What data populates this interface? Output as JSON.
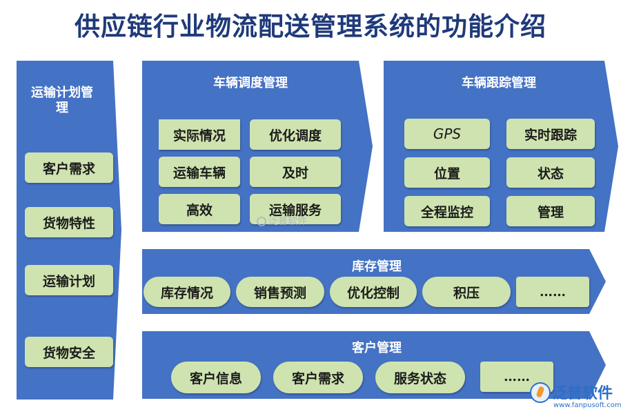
{
  "title": "供应链行业物流配送管理系统的功能介绍",
  "transport_plan": {
    "title": "运输计划管理",
    "items": [
      "客户需求",
      "货物特性",
      "运输计划",
      "货物安全"
    ]
  },
  "vehicle_dispatch": {
    "title": "车辆调度管理",
    "items": [
      "实际情况",
      "优化调度",
      "运输车辆",
      "及时",
      "高效",
      "运输服务"
    ]
  },
  "vehicle_tracking": {
    "title": "车辆跟踪管理",
    "items": [
      "GPS",
      "实时跟踪",
      "位置",
      "状态",
      "全程监控",
      "管理"
    ]
  },
  "inventory": {
    "title": "库存管理",
    "items": [
      "库存情况",
      "销售预测",
      "优化控制",
      "积压",
      "……"
    ]
  },
  "customer": {
    "title": "客户管理",
    "items": [
      "客户信息",
      "客户需求",
      "服务状态",
      "……"
    ]
  },
  "watermark": "泛普软件",
  "brand": {
    "name": "泛普软件",
    "url": "www.fanpusoft.com",
    "colors": {
      "blue": "#2c6fc8",
      "orange": "#f29a2e"
    }
  },
  "colors": {
    "panel": "#4472c4",
    "box": "#cfe3b0",
    "title": "#1f3a7a"
  }
}
